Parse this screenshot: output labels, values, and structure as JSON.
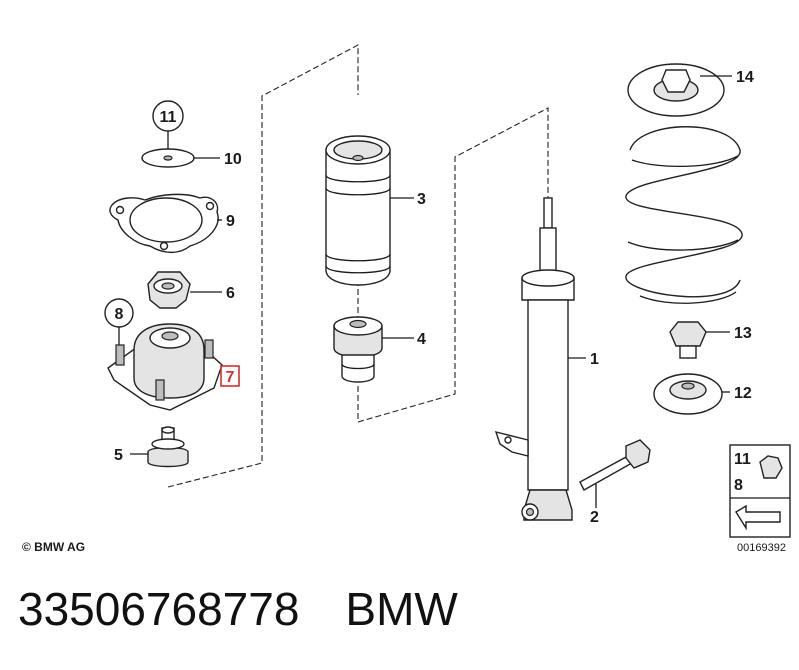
{
  "callouts": {
    "c1": "1",
    "c2": "2",
    "c3": "3",
    "c4": "4",
    "c5": "5",
    "c6": "6",
    "c7": "7",
    "c8": "8",
    "c9": "9",
    "c10": "10",
    "c11": "11",
    "c12": "12",
    "c13": "13",
    "c14": "14"
  },
  "legend": {
    "top": "11",
    "bottom": "8"
  },
  "copyright": "© BMW AG",
  "drawing_id": "00169392",
  "caption": {
    "part_number": "33506768778",
    "brand": "BMW"
  },
  "colors": {
    "highlight": "#d32f2f",
    "line": "#1a1a1a"
  }
}
